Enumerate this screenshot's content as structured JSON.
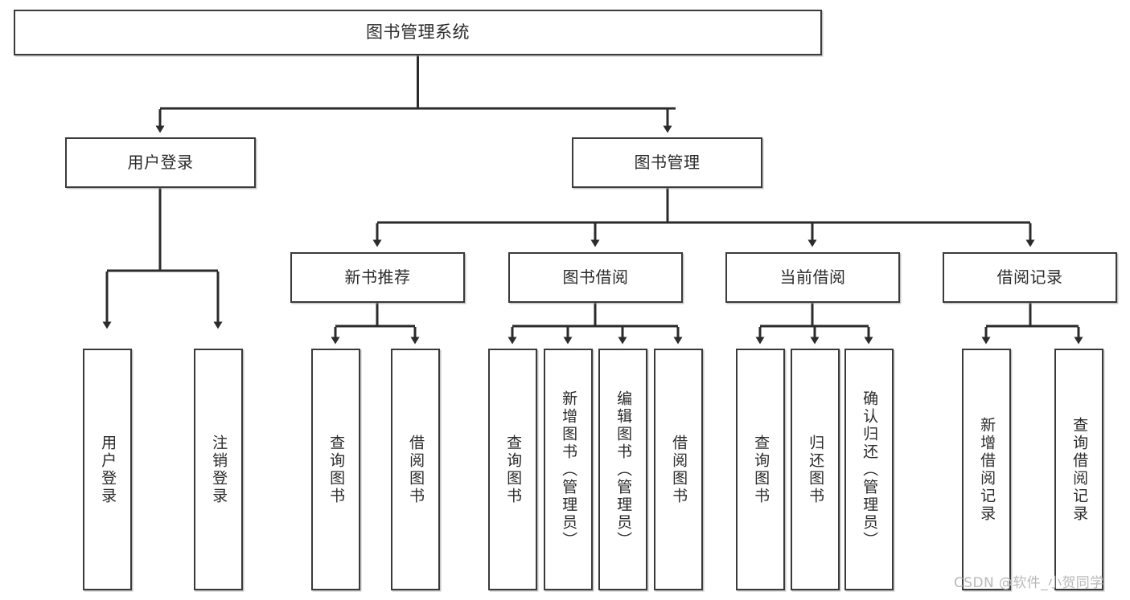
{
  "diagram": {
    "title": "图书管理系统",
    "type": "hierarchy-tree",
    "watermark": "CSDN @软件_小贺同学",
    "colors": {
      "node_border": "#3a3a3a",
      "node_fill": "#ffffff",
      "edge": "#2b2b2b",
      "text": "#2b2b2b",
      "watermark": "#b9b9b9"
    },
    "nodes": {
      "root": {
        "label": "图书管理系统",
        "level": 1,
        "orientation": "horizontal"
      },
      "l2": [
        {
          "label": "用户登录",
          "orientation": "horizontal"
        },
        {
          "label": "图书管理",
          "orientation": "horizontal"
        }
      ],
      "l3": [
        {
          "label": "新书推荐",
          "orientation": "horizontal"
        },
        {
          "label": "图书借阅",
          "orientation": "horizontal"
        },
        {
          "label": "当前借阅",
          "orientation": "horizontal"
        },
        {
          "label": "借阅记录",
          "orientation": "horizontal"
        }
      ],
      "leaves": [
        {
          "label": "用户登录",
          "parent": "用户登录",
          "orientation": "vertical"
        },
        {
          "label": "注销登录",
          "parent": "用户登录",
          "orientation": "vertical"
        },
        {
          "label": "查询图书",
          "parent": "新书推荐",
          "orientation": "vertical"
        },
        {
          "label": "借阅图书",
          "parent": "新书推荐",
          "orientation": "vertical"
        },
        {
          "label": "查询图书",
          "parent": "图书借阅",
          "orientation": "vertical"
        },
        {
          "label": "新增图书（管理员）",
          "parent": "图书借阅",
          "orientation": "vertical"
        },
        {
          "label": "编辑图书（管理员）",
          "parent": "图书借阅",
          "orientation": "vertical"
        },
        {
          "label": "借阅图书",
          "parent": "图书借阅",
          "orientation": "vertical"
        },
        {
          "label": "查询图书",
          "parent": "当前借阅",
          "orientation": "vertical"
        },
        {
          "label": "归还图书",
          "parent": "当前借阅",
          "orientation": "vertical"
        },
        {
          "label": "确认归还（管理员）",
          "parent": "当前借阅",
          "orientation": "vertical"
        },
        {
          "label": "新增借阅记录",
          "parent": "借阅记录",
          "orientation": "vertical"
        },
        {
          "label": "查询借阅记录",
          "parent": "借阅记录",
          "orientation": "vertical"
        }
      ]
    }
  }
}
